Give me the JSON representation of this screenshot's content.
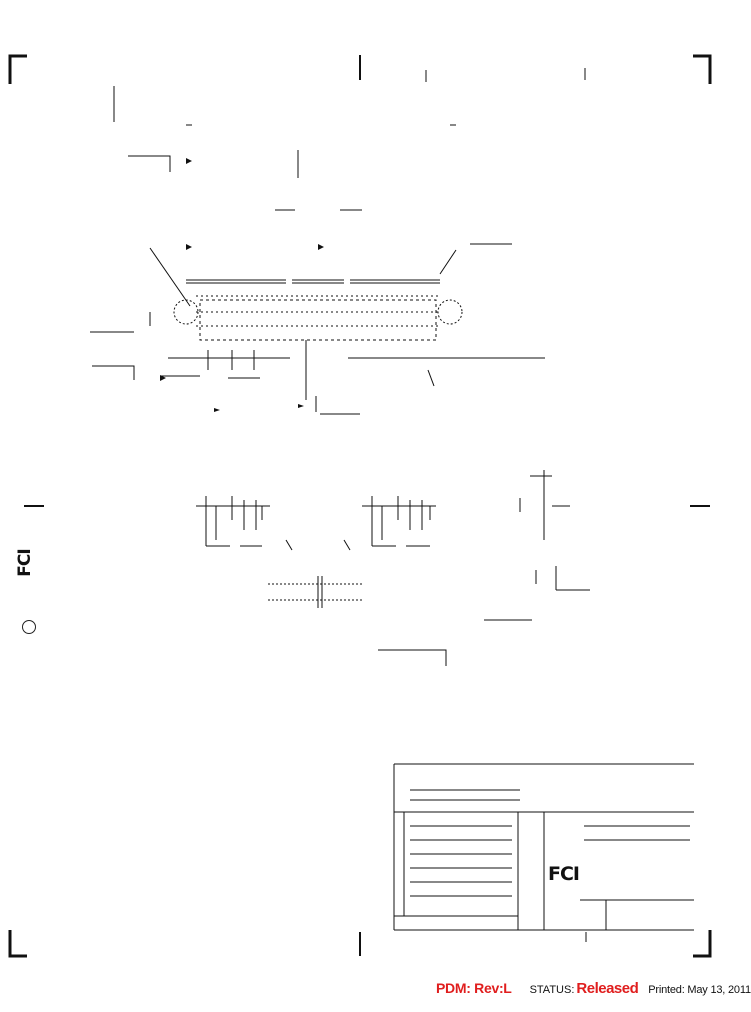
{
  "footer": {
    "pdm_rev": "PDM: Rev:L",
    "status_label": "STATUS:",
    "status_value": "Released",
    "printed": "Printed: May 13, 2011"
  },
  "logos": {
    "side_logo": "FCI",
    "title_block_logo": "FCI"
  },
  "colors": {
    "footer_accent": "#e01e1e",
    "line": "#111111"
  }
}
